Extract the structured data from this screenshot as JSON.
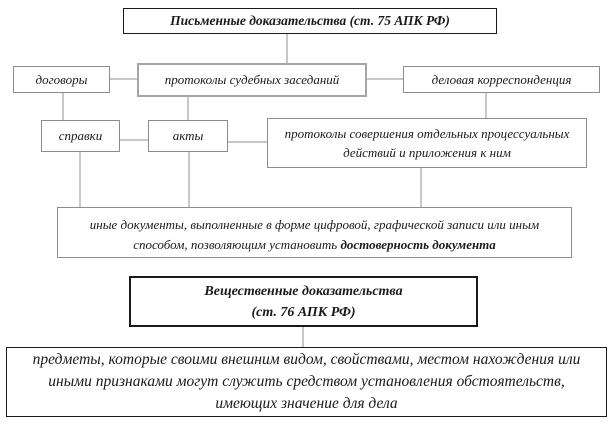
{
  "diagram": {
    "written_evidence_title": "Письменные доказательства (ст. 75 АПК РФ)",
    "boxes": {
      "dogovory": "договоры",
      "protokoly_zasedaniy": "протоколы судебных заседаний",
      "delovaya_korrespondenciya": "деловая корреспонденция",
      "spravki": "справки",
      "akty": "акты",
      "protokoly_deystviy": "протоколы совершения отдельных процессуальных действий и приложения к ним",
      "inye_dokumenty_regular": "иные документы, выполненные в форме цифровой, графической записи или иным способом, позволяющим установить ",
      "inye_dokumenty_bold": "достоверность документа",
      "veshchestvennye_line1": "Вещественные доказательства",
      "veshchestvennye_line2": "(ст. 76 АПК РФ)",
      "predmety": "предметы, которые своими внешним видом, свойствами, местом нахождения или иными признаками могут служить средством установления обстоятельств, имеющих значение для дела"
    },
    "colors": {
      "background": "#ffffff",
      "text": "#1a1a1a",
      "strong_border": "#1a1a1a",
      "light_border": "#8c8c8c",
      "connector_line": "#909090"
    }
  }
}
